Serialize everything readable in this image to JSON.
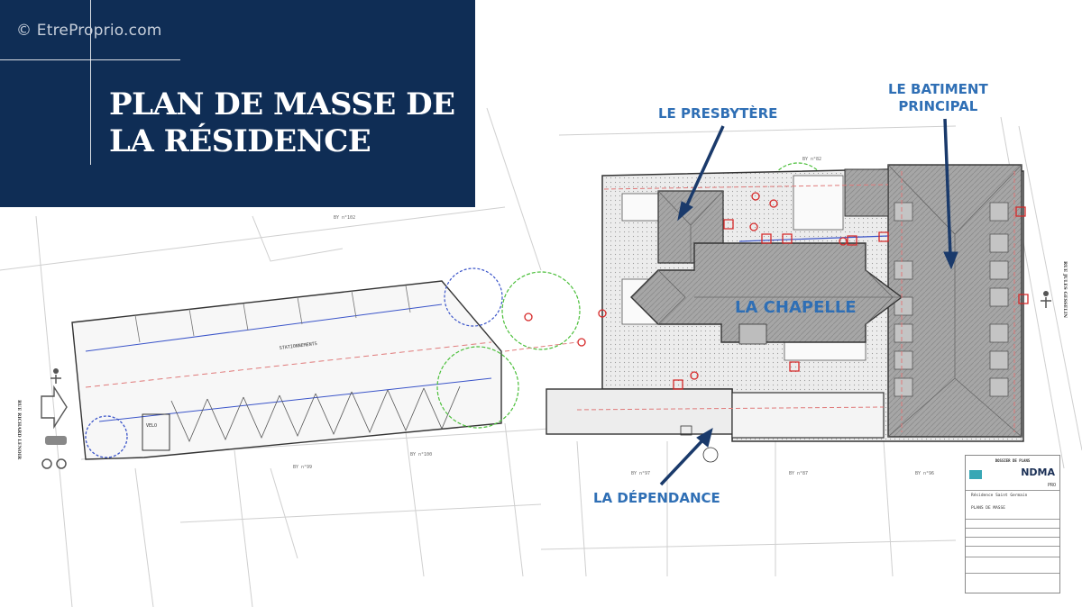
{
  "watermark": "© EtreProprio.com",
  "title": {
    "line1": "PLAN DE MASSE DE",
    "line2": "LA RÉSIDENCE"
  },
  "labels": {
    "presbytere": "LE PRESBYTÈRE",
    "batiment_line1": "LE BATIMENT",
    "batiment_line2": "PRINCIPAL",
    "chapelle": "LA CHAPELLE",
    "dependance": "LA DÉPENDANCE"
  },
  "plan_text": {
    "stationnements": "STATIONNEMENTS",
    "velo": "VELO",
    "street_left": "RUE RICHARD LENOIR",
    "street_right": "RUE JULES GESSELIN",
    "plot_1": "BY n°102",
    "plot_2": "BY n°82",
    "plot_3": "BY n°100",
    "plot_4": "BY n°99",
    "plot_5": "BY n°97",
    "plot_6": "BY n°87",
    "plot_7": "BY n°96"
  },
  "cartouche": {
    "title": "DOSSIER DE PLANS",
    "brand": "NDMA",
    "project": "Résidence Saint Germain",
    "plan_name": "PLANS DE MASSE",
    "phase": "PRO"
  },
  "colors": {
    "panel": "#0f2d55",
    "label_blue": "#2f6fb5",
    "arrow_navy": "#1a3a6b",
    "blue_line": "#3a54c9",
    "tree_green": "#4bbf3a",
    "red_marker": "#d62828",
    "roof_gray": "#9c9c9c"
  }
}
